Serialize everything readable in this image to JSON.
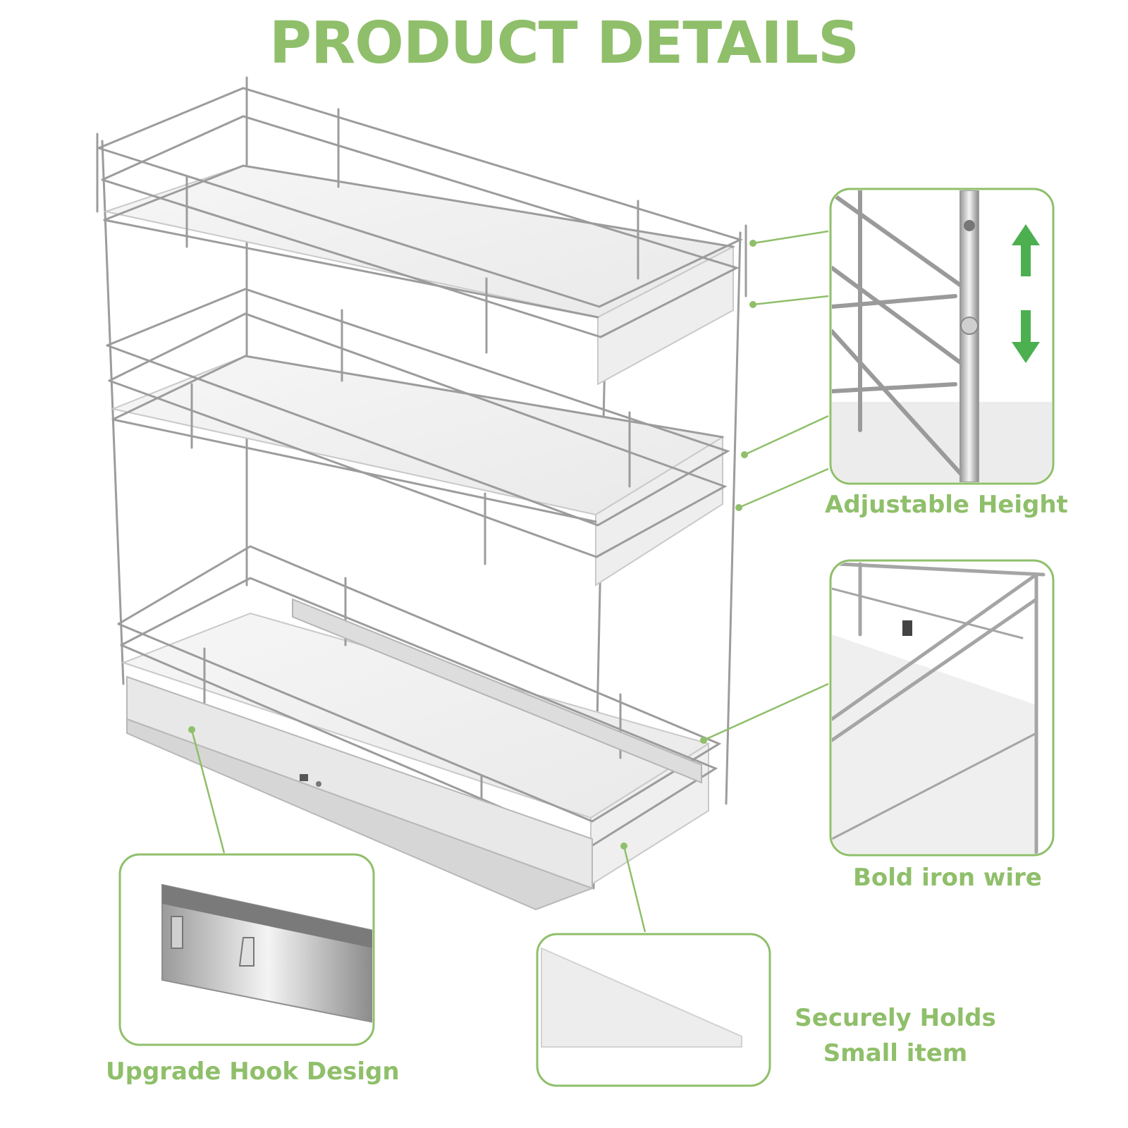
{
  "title": "PRODUCT DETAILS",
  "accent_color": "#8fbf6a",
  "features": {
    "adjustable_height": {
      "label": "Adjustable Height",
      "icon": "adjust-arrows-icon"
    },
    "bold_iron_wire": {
      "label": "Bold iron wire"
    },
    "upgrade_hook": {
      "label": "Upgrade Hook Design"
    },
    "secure_hold": {
      "label_line1": "Securely Holds",
      "label_line2": "Small item"
    }
  }
}
